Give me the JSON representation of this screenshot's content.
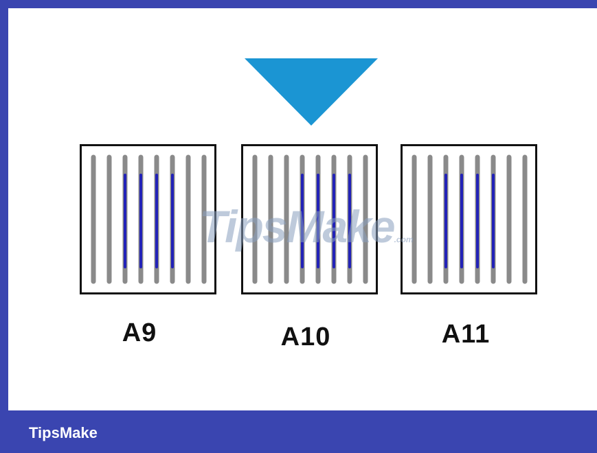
{
  "modules": [
    {
      "label": "A9",
      "active_columns": [
        2,
        3,
        4,
        5
      ]
    },
    {
      "label": "A10",
      "active_columns": [
        3,
        4,
        5,
        6
      ]
    },
    {
      "label": "A11",
      "active_columns": [
        2,
        3,
        4,
        5
      ]
    }
  ],
  "watermark": {
    "text": "TipsMake",
    "suffix": ".com"
  },
  "footer": {
    "brand": "TipsMake"
  },
  "colors": {
    "border": "#3a45b0",
    "pointer": "#1b95d3",
    "gray_bar": "#8a8a8a",
    "blue_bar": "#2222b8"
  }
}
